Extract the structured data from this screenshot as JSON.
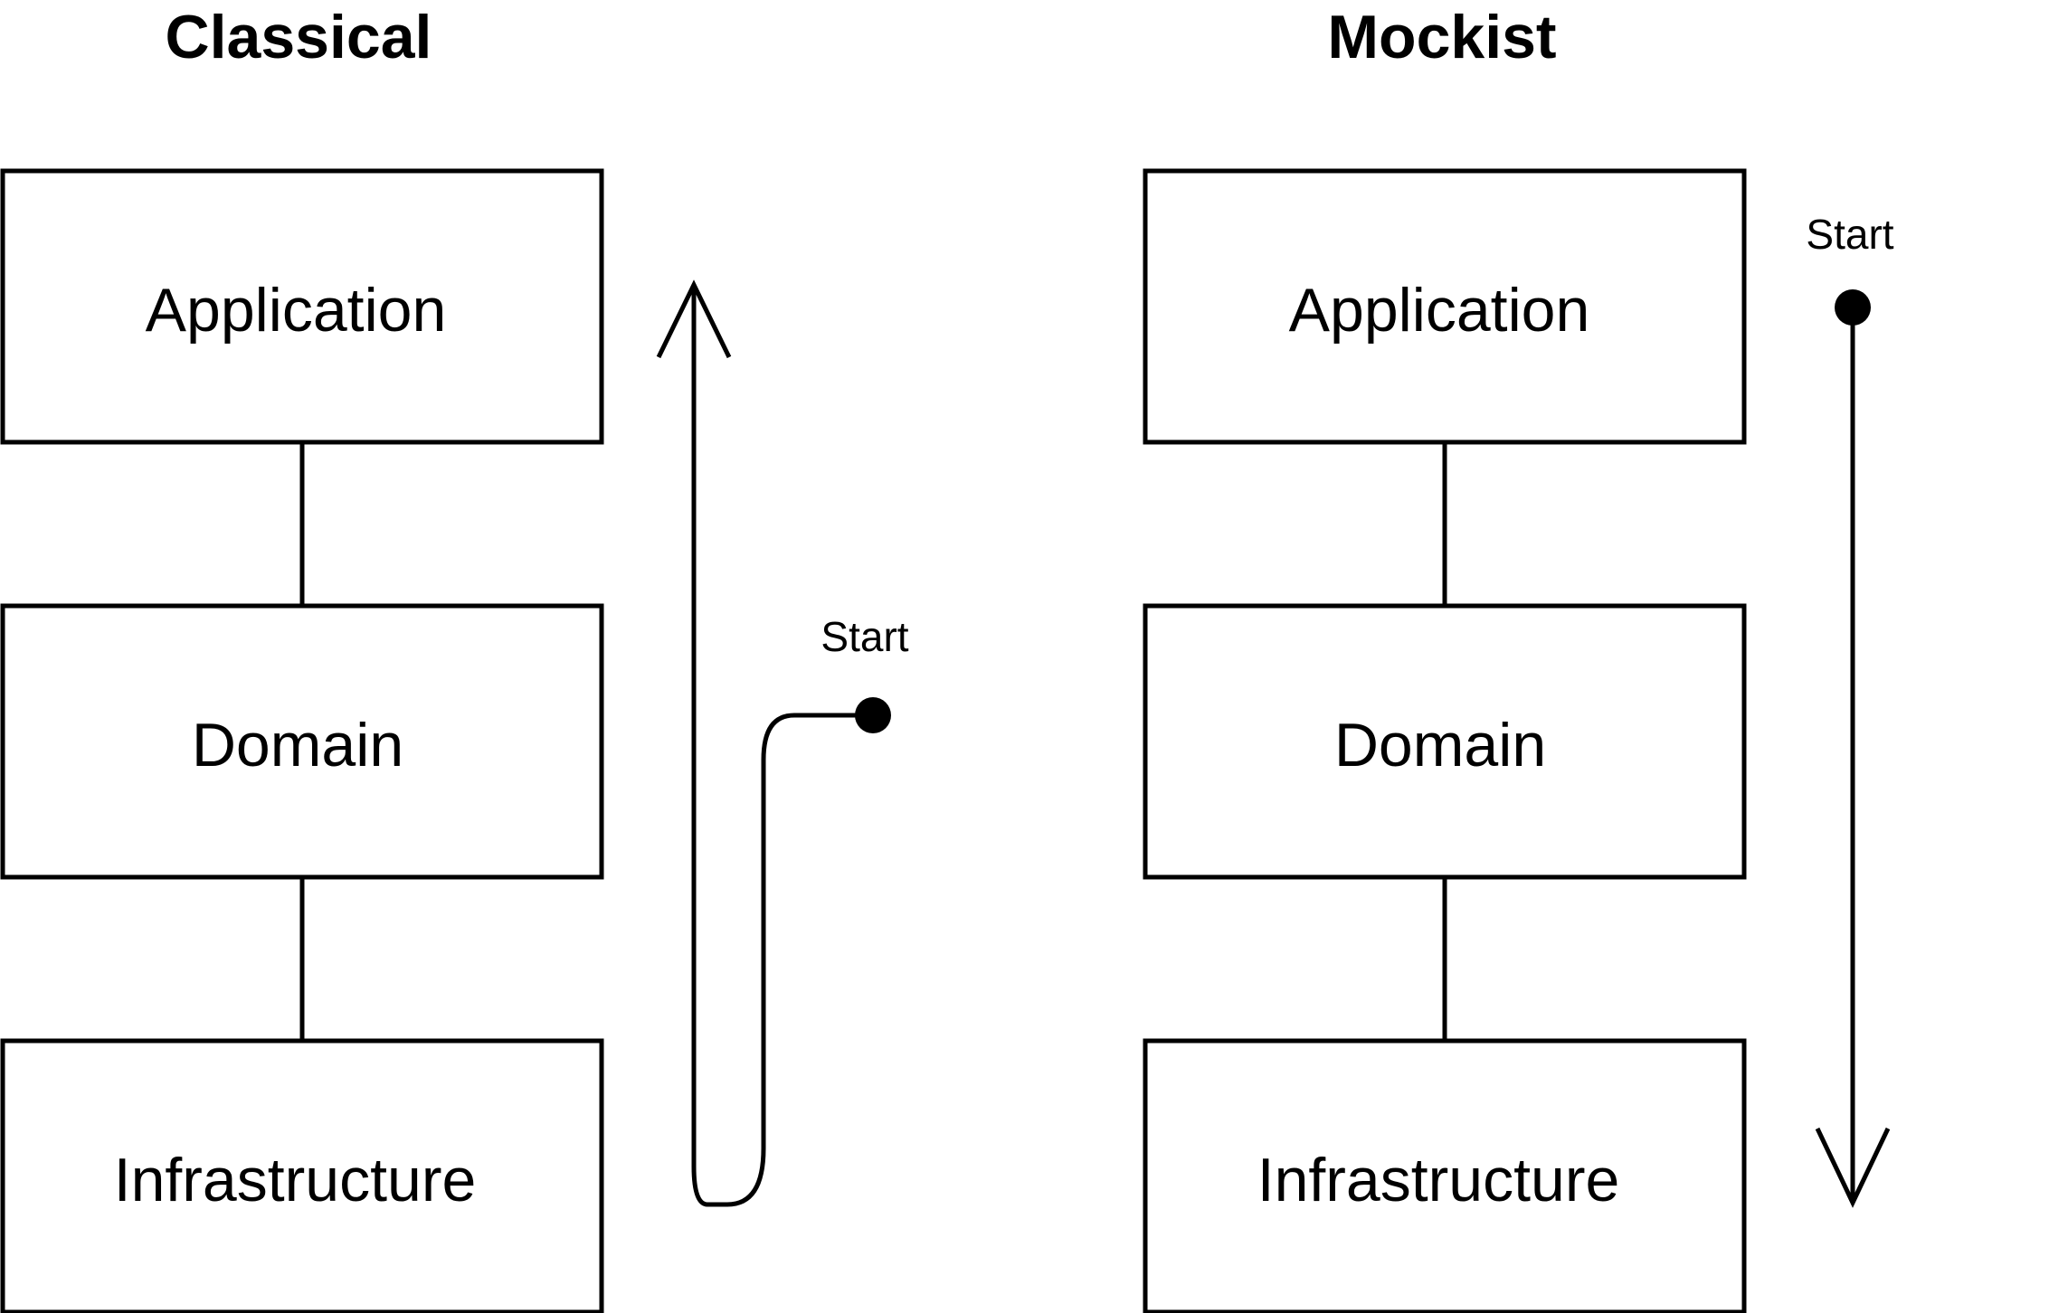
{
  "classical": {
    "title": "Classical",
    "layers": [
      "Application",
      "Domain",
      "Infrastructure"
    ],
    "start_label": "Start"
  },
  "mockist": {
    "title": "Mockist",
    "layers": [
      "Application",
      "Domain",
      "Infrastructure"
    ],
    "start_label": "Start"
  },
  "colors": {
    "stroke": "#000000",
    "background": "#ffffff"
  }
}
